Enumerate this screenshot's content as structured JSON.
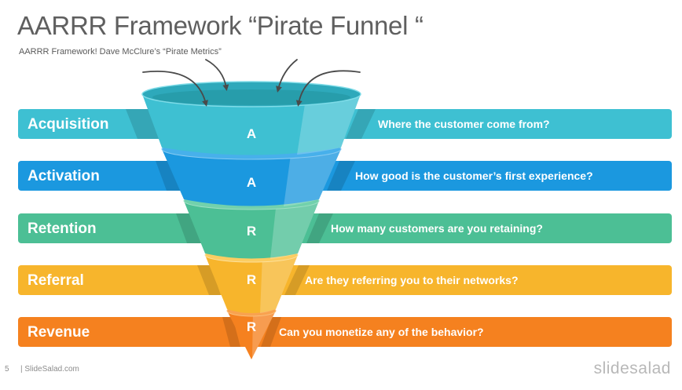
{
  "slide": {
    "title": "AARRR Framework “Pirate Funnel “",
    "subtitle": "AARRR Framework! Dave McClure’s “Pirate Metrics”"
  },
  "stages": [
    {
      "label": "Acquisition",
      "letter": "A",
      "question": "Where the customer come from?",
      "color": "#3ec0d2"
    },
    {
      "label": "Activation",
      "letter": "A",
      "question": "How good is the customer’s first experience?",
      "color": "#1b98df"
    },
    {
      "label": "Retention",
      "letter": "R",
      "question": "How many customers are you retaining?",
      "color": "#4cbf95"
    },
    {
      "label": "Referral",
      "letter": "R",
      "question": "Are they referring you to their networks?",
      "color": "#f7b52c"
    },
    {
      "label": "Revenue",
      "letter": "R",
      "question": "Can you monetize any of the behavior?",
      "color": "#f5811f"
    }
  ],
  "footer": {
    "page_number": "5",
    "site": "| SlideSalad.com",
    "logo": "slidesalad"
  },
  "icons": {
    "inflow_arrows": "curved-arrow-icon"
  }
}
